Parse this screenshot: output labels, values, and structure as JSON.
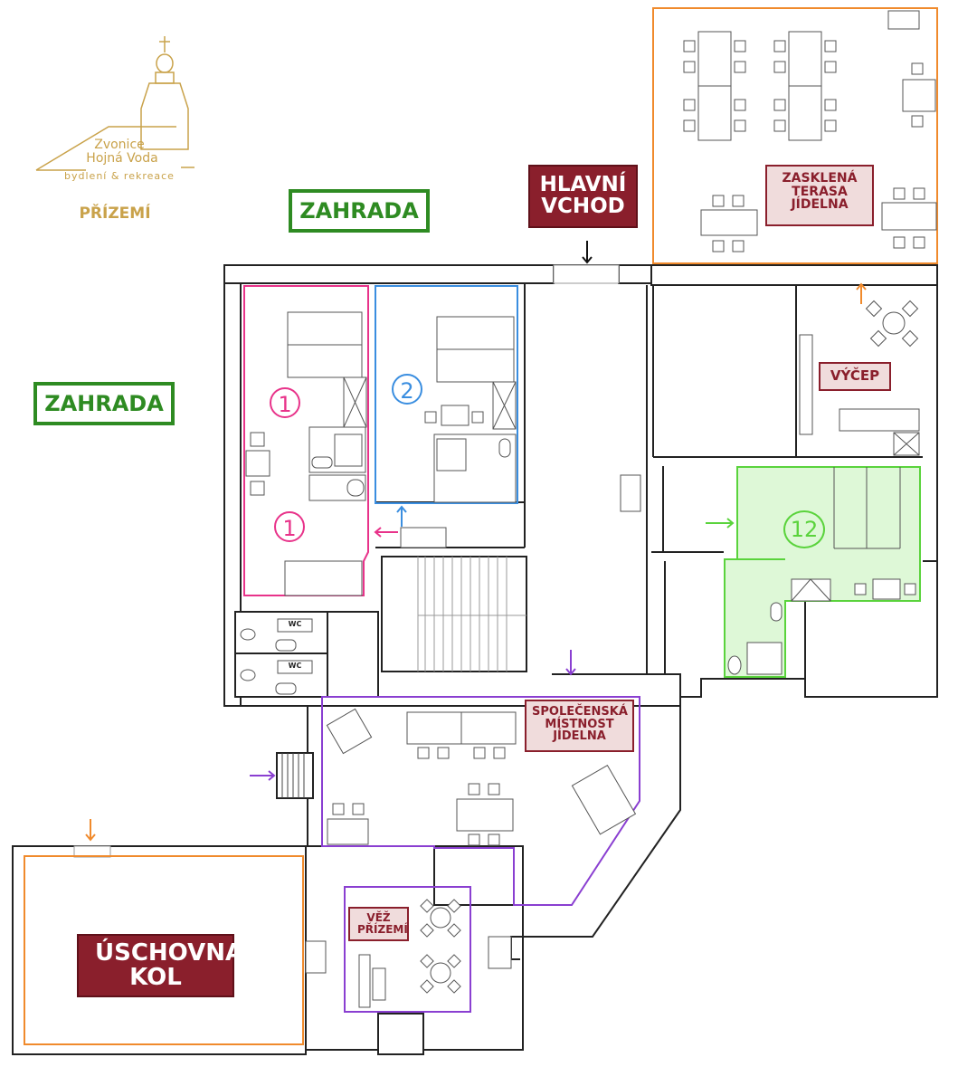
{
  "logo": {
    "name_line1": "Zvonice",
    "name_line2": "Hojná Voda",
    "ampersand": "&",
    "tagline": "bydlení  &  rekreace",
    "brand_color": "#c9a24a"
  },
  "floor_label": "PŘÍZEMÍ",
  "labels": {
    "garden_top": "ZAHRADA",
    "garden_left": "ZAHRADA",
    "main_entrance": "HLAVNÍ VCHOD",
    "terrace": "ZASKLENÁ TERASA JÍDELNA",
    "bar": "VÝČEP",
    "common_room": "SPOLEČENSKÁ MÍSTNOST JÍDELNA",
    "tower": "VĚŽ PŘÍZEMÍ",
    "bike_storage": "ÚSCHOVNA KOL"
  },
  "rooms": {
    "room1_top": "1",
    "room1_bottom": "1",
    "room2": "2",
    "room12": "12"
  },
  "wc_labels": [
    "WC",
    "WC"
  ],
  "colors": {
    "room1": "#e8338a",
    "room2": "#3a8ee0",
    "room12": "#5ad33c",
    "common": "#8a3fd1",
    "orange": "#f08a2c",
    "maroon": "#8a1f2c",
    "green": "#2e8b22"
  }
}
